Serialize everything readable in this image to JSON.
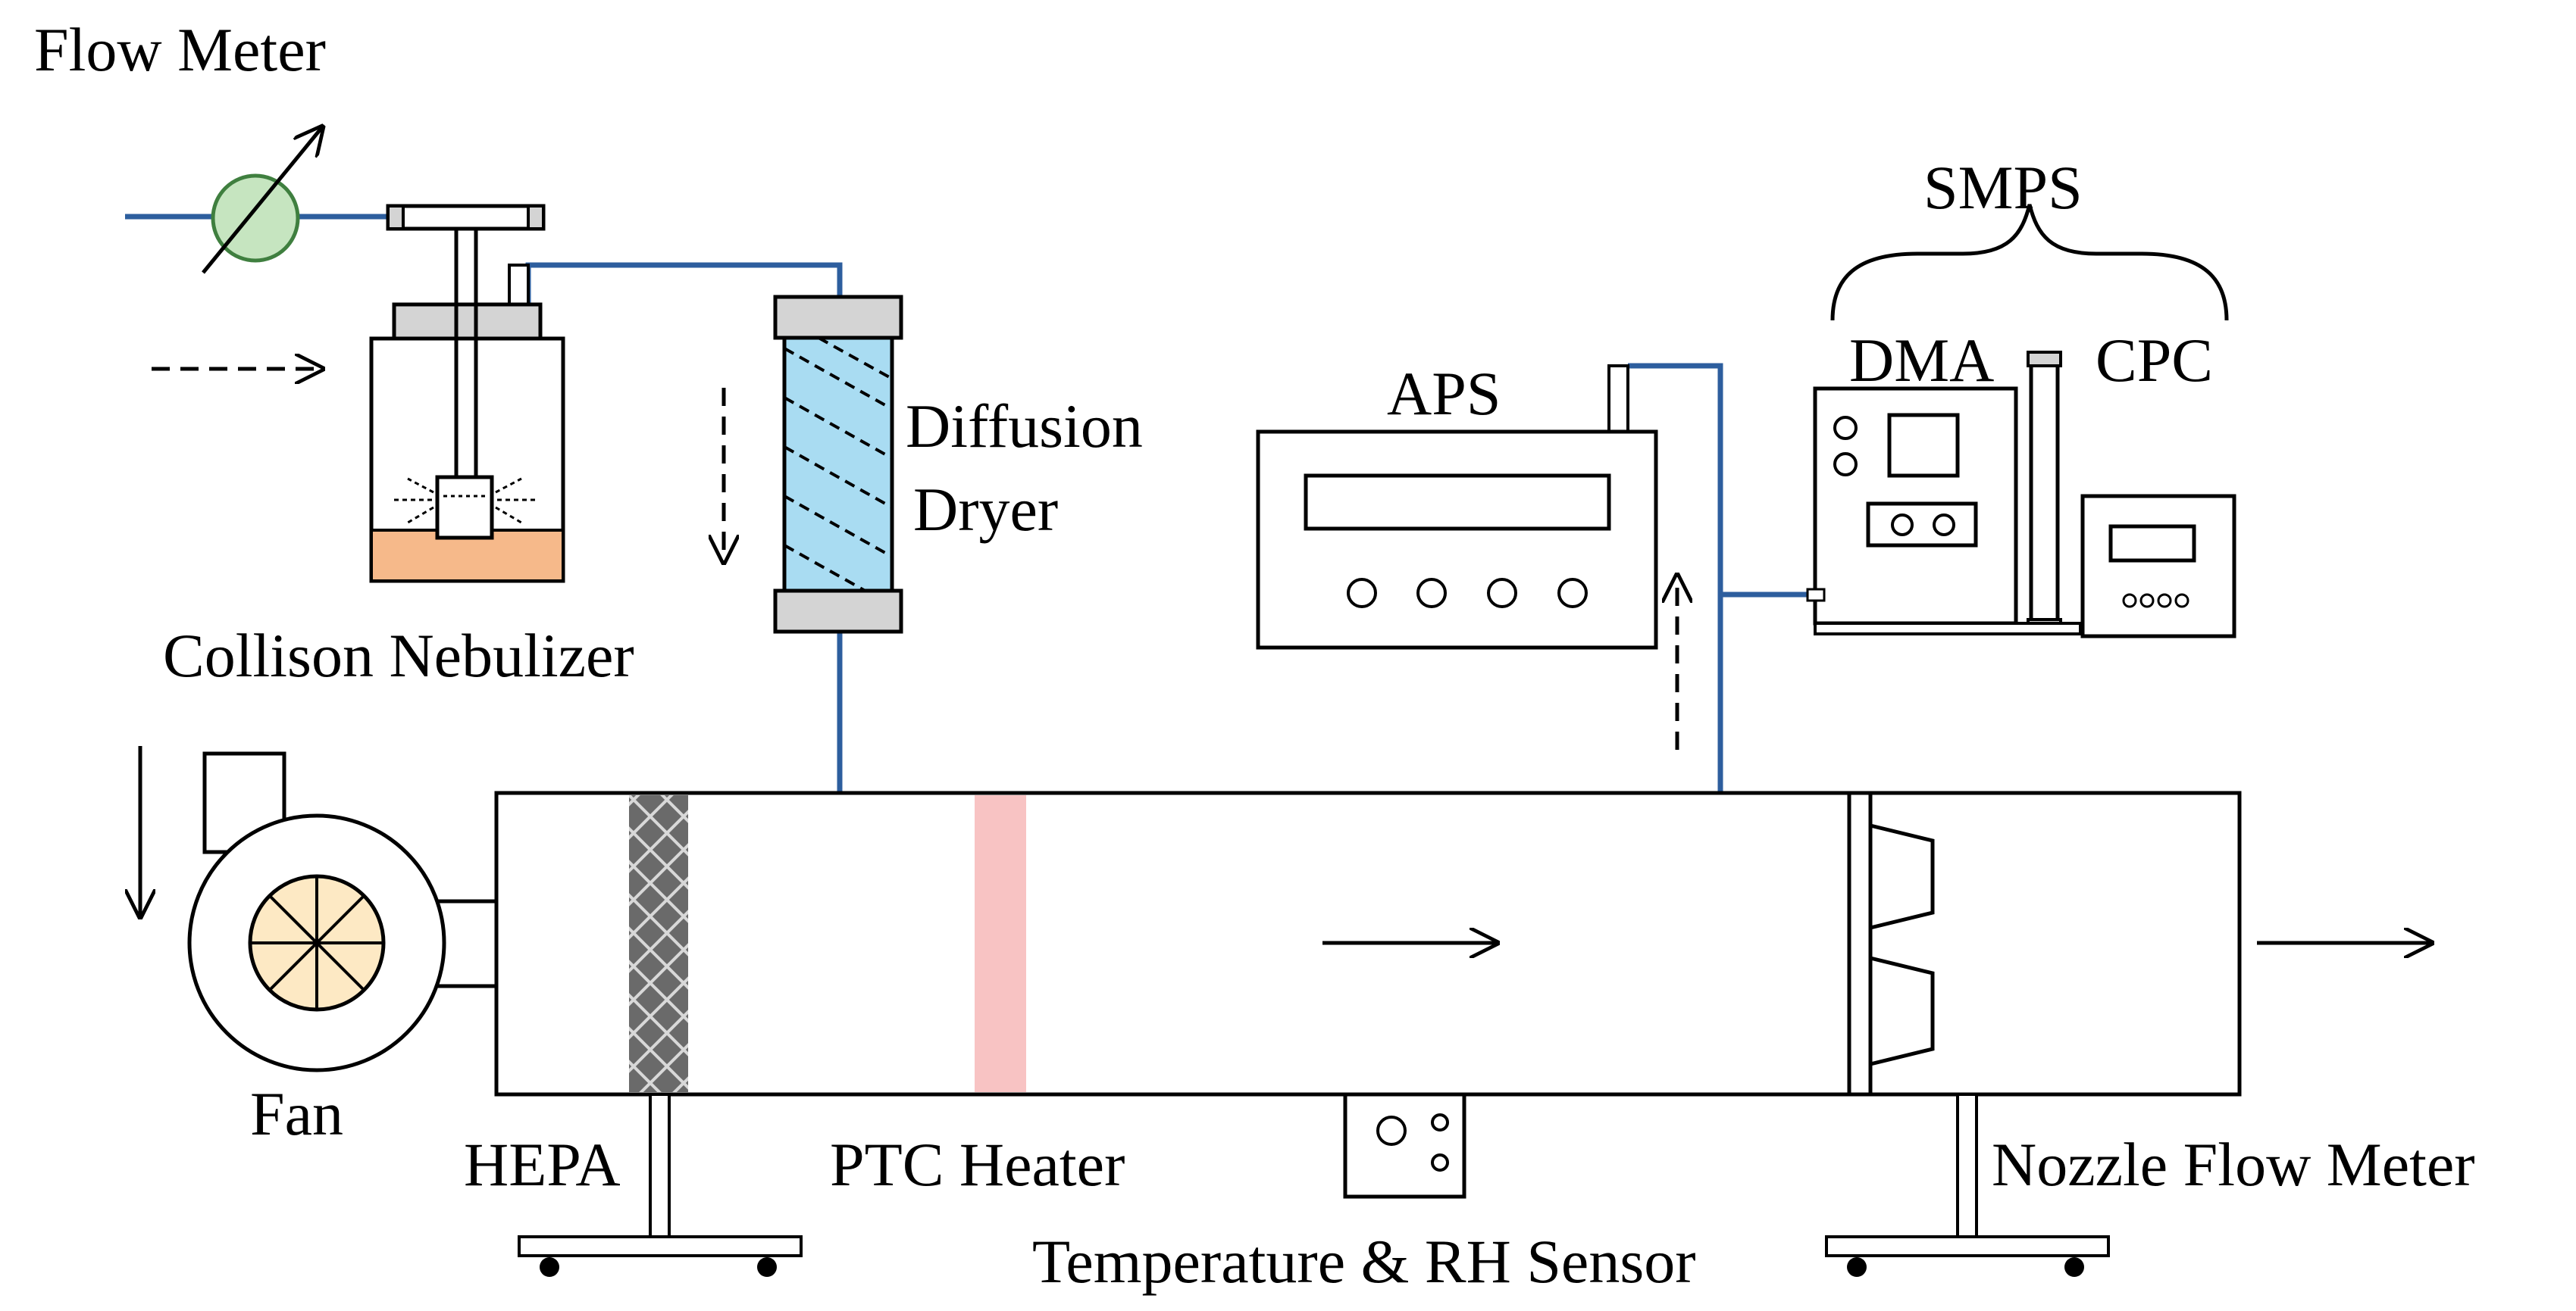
{
  "labels": {
    "flow_meter": "Flow Meter",
    "collison_nebulizer": "Collison Nebulizer",
    "diffusion_line1": "Diffusion",
    "diffusion_line2": "Dryer",
    "aps": "APS",
    "smps": "SMPS",
    "dma": "DMA",
    "cpc": "CPC",
    "fan": "Fan",
    "hepa": "HEPA",
    "ptc_heater": "PTC Heater",
    "temp_rh_sensor": "Temperature & RH Sensor",
    "nozzle_flow_meter": "Nozzle Flow Meter"
  },
  "colors": {
    "tube_blue": "#2d5e9e",
    "flow_meter_green": "#c6e5c0",
    "flow_meter_stroke": "#3f7f3f",
    "liquid_orange": "#f6b98a",
    "dryer_blue": "#a9dcf2",
    "heater_pink": "#f8c3c3",
    "fan_wheel_yellow": "#fde9c4",
    "hepa_gray": "#6a6a6a",
    "cap_gray": "#d4d4d4"
  }
}
